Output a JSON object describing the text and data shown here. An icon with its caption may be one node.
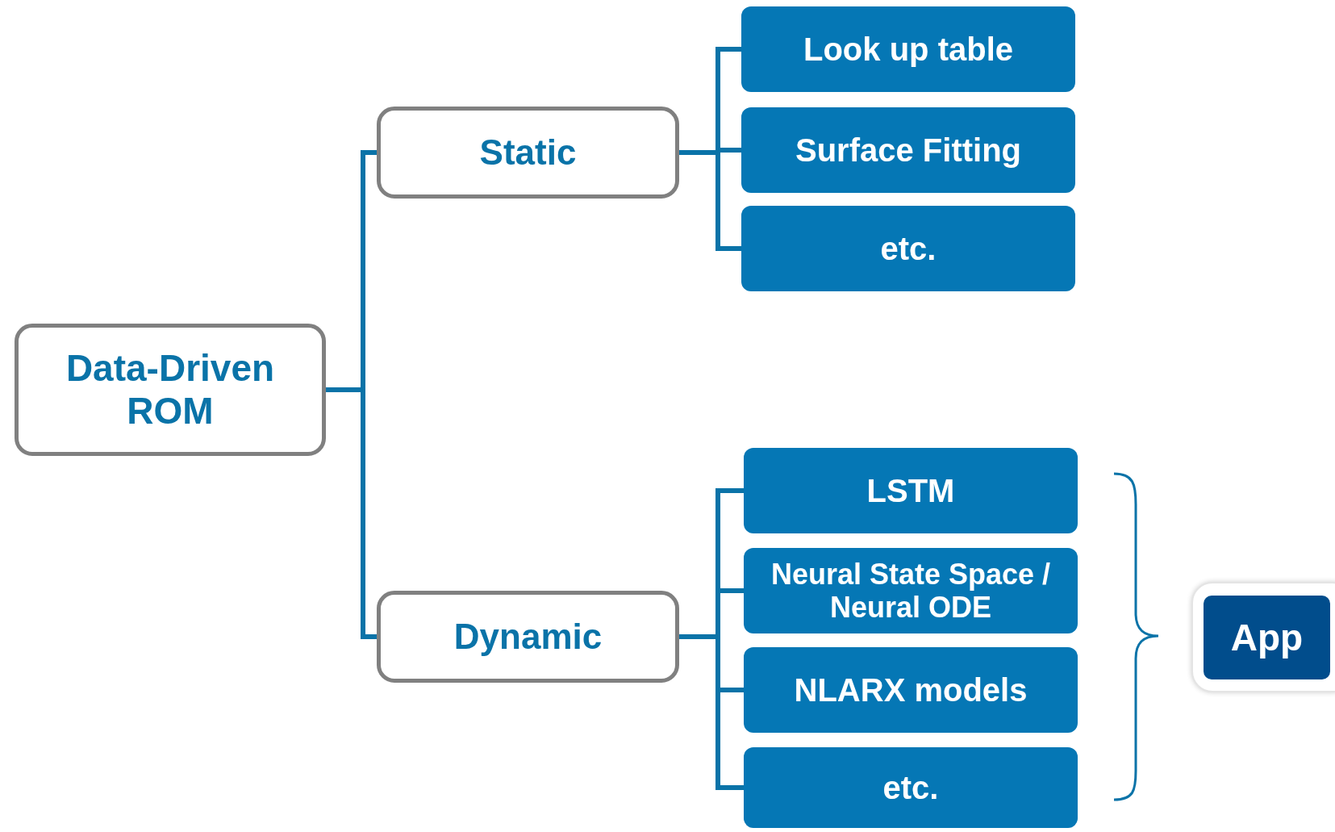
{
  "diagram": {
    "nodes": [
      {
        "text": [
          "Data-Driven ROM"
        ]
      },
      {
        "text": [
          "Static"
        ]
      },
      {
        "text": [
          "Dynamic"
        ]
      },
      {
        "text": [
          "Look up table"
        ]
      },
      {
        "text": [
          "Surface Fitting"
        ]
      },
      {
        "text": [
          "etc."
        ]
      },
      {
        "text": [
          "LSTM"
        ]
      },
      {
        "text": [
          "Neural State Space / Neural ODE"
        ]
      },
      {
        "text": [
          "NLARX models"
        ]
      },
      {
        "text": [
          "etc."
        ]
      },
      {
        "text": [
          "App"
        ]
      }
    ],
    "edges": [
      {
        "from": 0,
        "to": 1,
        "arrow": "none"
      },
      {
        "from": 0,
        "to": 2,
        "arrow": "none"
      },
      {
        "from": 1,
        "to": 3,
        "arrow": "none"
      },
      {
        "from": 1,
        "to": 4,
        "arrow": "none"
      },
      {
        "from": 1,
        "to": 5,
        "arrow": "none"
      },
      {
        "from": 2,
        "to": 6,
        "arrow": "none"
      },
      {
        "from": 2,
        "to": 7,
        "arrow": "none"
      },
      {
        "from": 2,
        "to": 8,
        "arrow": "none"
      },
      {
        "from": 2,
        "to": 9,
        "arrow": "none"
      }
    ]
  }
}
